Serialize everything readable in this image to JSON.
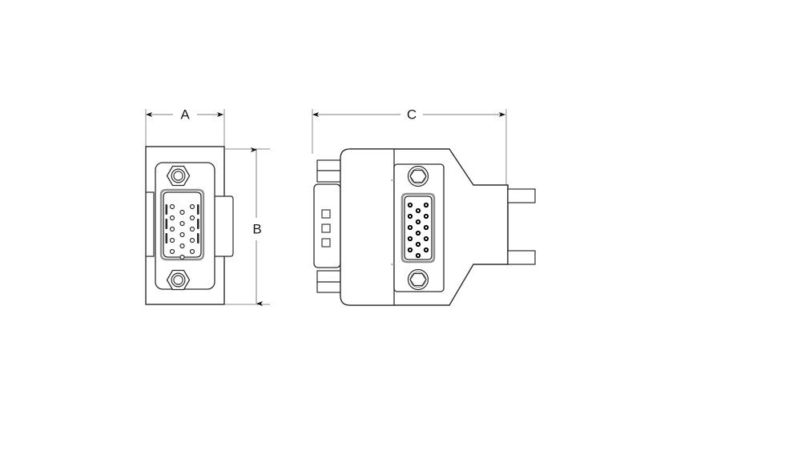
{
  "drawing": {
    "type": "mechanical-dimensional-drawing",
    "subject": "15-pin HD D-sub right-angle connector",
    "background_color": "#ffffff",
    "line_color": "#2b2b2b",
    "shade_color": "#9a9a9a",
    "pin_fill_color": "#000000",
    "views": [
      {
        "id": "front-view",
        "name": "front view",
        "dimensions_shown": [
          "A",
          "B"
        ],
        "pin_count": 15,
        "pin_rows": [
          5,
          5,
          5
        ],
        "hex_screw_count": 2,
        "connector_shell_shape": "D-shaped"
      },
      {
        "id": "side-view",
        "name": "side view",
        "dimensions_shown": [
          "C"
        ],
        "pin_count": 15,
        "pin_rows": [
          5,
          5,
          5
        ],
        "hex_socket_count": 2,
        "square_vent_count": 3,
        "rear_post_count": 2
      }
    ]
  },
  "dimensions": {
    "a": {
      "label": "A",
      "orientation": "horizontal",
      "view": "front-view",
      "measures": "connector body width"
    },
    "b": {
      "label": "B",
      "orientation": "vertical",
      "view": "front-view",
      "measures": "connector body height"
    },
    "c": {
      "label": "C",
      "orientation": "horizontal",
      "view": "side-view",
      "measures": "overall connector depth"
    }
  }
}
